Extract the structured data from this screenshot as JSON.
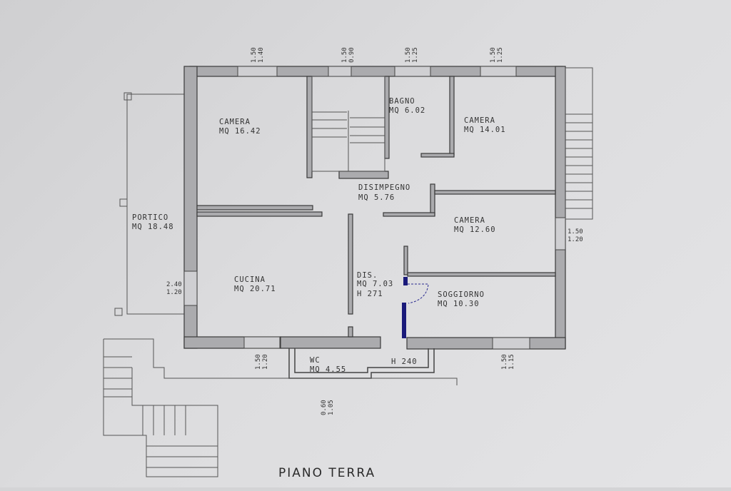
{
  "title": "PIANO TERRA",
  "rooms": {
    "camera1": {
      "name": "CAMERA",
      "area": "MQ 16.42"
    },
    "bagno": {
      "name": "BAGNO",
      "area": "MQ 6.02"
    },
    "camera2": {
      "name": "CAMERA",
      "area": "MQ 14.01"
    },
    "disimpegno": {
      "name": "DISIMPEGNO",
      "area": "MQ 5.76"
    },
    "camera3": {
      "name": "CAMERA",
      "area": "MQ 12.60"
    },
    "portico": {
      "name": "PORTICO",
      "area": "MQ 18.48"
    },
    "cucina": {
      "name": "CUCINA",
      "area": "MQ 20.71"
    },
    "dis": {
      "name": "DIS.",
      "area": "MQ 7.03",
      "height": "H 271"
    },
    "soggiorno": {
      "name": "SOGGIORNO",
      "area": "MQ 10.30"
    },
    "wc": {
      "name": "WC",
      "area": "MQ 4.55",
      "height": "H 240"
    }
  },
  "dimensions": {
    "top1": {
      "a": "1.50",
      "b": "1.40"
    },
    "top2": {
      "a": "1.50",
      "b": "0.90"
    },
    "top3": {
      "a": "1.50",
      "b": "1.25"
    },
    "top4": {
      "a": "1.50",
      "b": "1.25"
    },
    "right": {
      "a": "1.50",
      "b": "1.20"
    },
    "left": {
      "a": "2.40",
      "b": "1.20"
    },
    "bottom1": {
      "a": "1.50",
      "b": "1.20"
    },
    "bottom2": {
      "a": "0.60",
      "b": "1.05"
    },
    "bottom3": {
      "a": "1.50",
      "b": "1.15"
    }
  }
}
